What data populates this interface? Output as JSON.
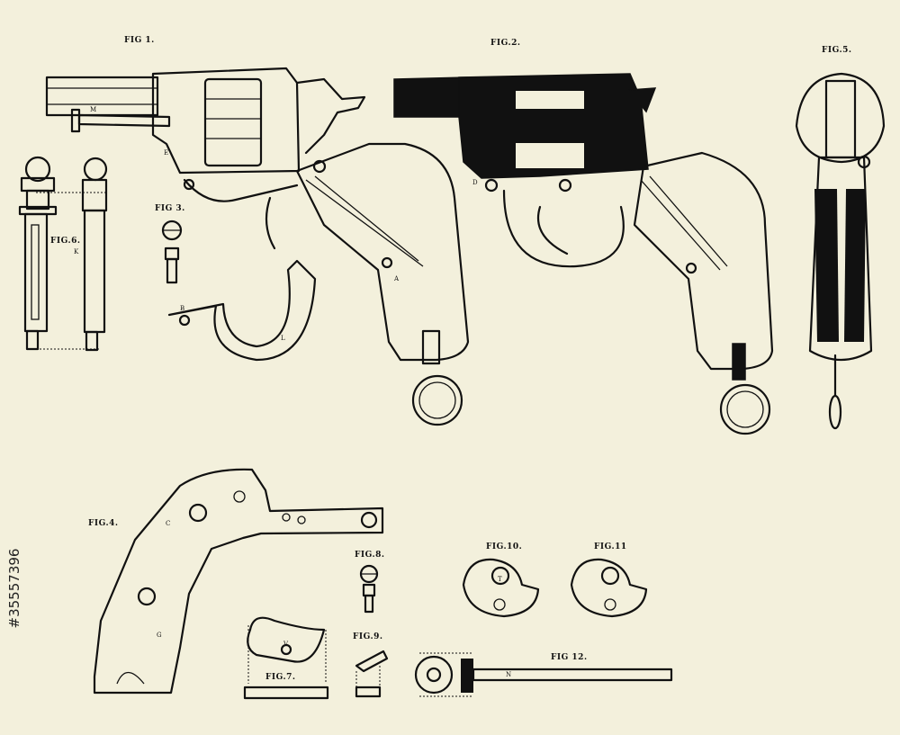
{
  "labels": {
    "fig1": "FIG 1.",
    "fig2": "FIG.2.",
    "fig3": "FIG 3.",
    "fig4": "FIG.4.",
    "fig5": "FIG.5.",
    "fig6": "FIG.6.",
    "fig7": "FIG.7.",
    "fig8": "FIG.8.",
    "fig9": "FIG.9.",
    "fig10": "FIG.10.",
    "fig11": "FIG.11",
    "fig12": "FIG 12."
  },
  "part_letters": {
    "a": "A",
    "b": "B",
    "c": "C",
    "d": "D",
    "e": "E",
    "g": "G",
    "k": "K",
    "l": "L",
    "m": "M",
    "n": "N",
    "t": "T",
    "v": "V"
  },
  "side_id": "#35557396",
  "colors": {
    "paper": "#f3f0dc",
    "ink": "#111111"
  }
}
